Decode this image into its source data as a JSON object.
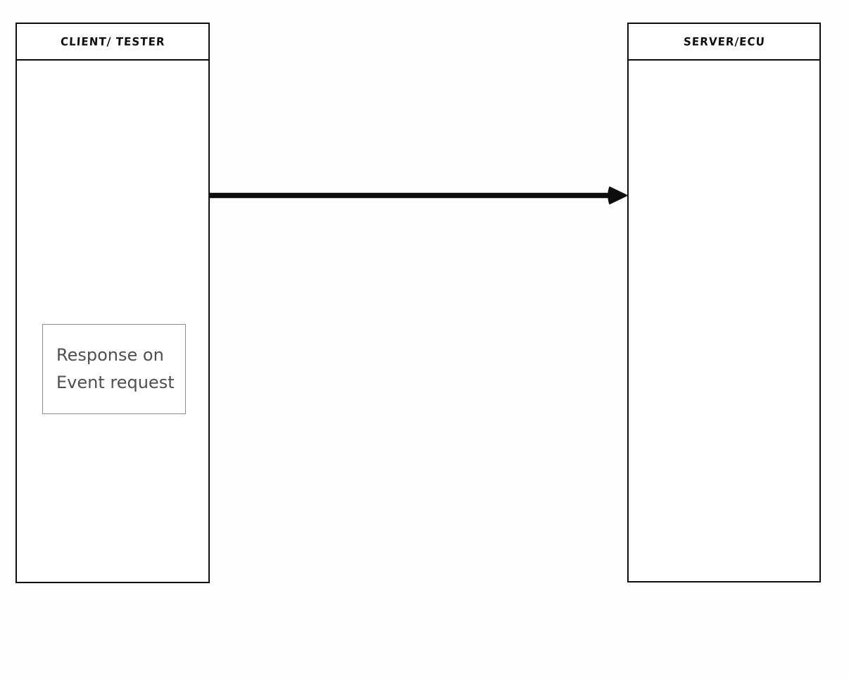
{
  "diagram": {
    "type": "uml-sequence-diagram",
    "background_color": "#fdfdfd",
    "stroke_color": "#0d0d0d",
    "note_border_color": "#8c8c8c",
    "note_text_color": "#4f4f4f",
    "lifelines": [
      {
        "id": "client",
        "title": "CLIENT/ TESTER",
        "side": "left"
      },
      {
        "id": "server",
        "title": "SERVER/ECU",
        "side": "right"
      }
    ],
    "messages": [
      {
        "id": "event-request",
        "direction": "left-to-right",
        "from": "client",
        "to": "server",
        "style": "solid-filled-arrowhead",
        "label": ""
      }
    ],
    "notes": [
      {
        "id": "response-on-event",
        "attached_to": "client",
        "line1": "Response on",
        "line2": "Event request"
      }
    ]
  }
}
